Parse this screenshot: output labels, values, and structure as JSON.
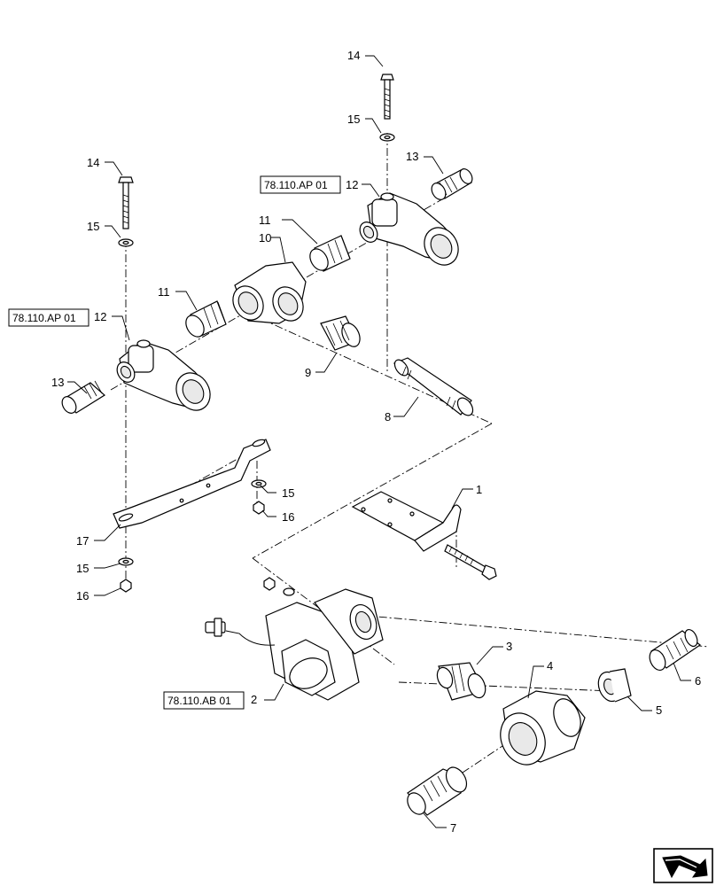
{
  "callouts": {
    "c14a": "14",
    "c15a": "15",
    "c13a": "13",
    "c12a": "12",
    "c14b": "14",
    "c15b": "15",
    "c11a": "11",
    "c10": "10",
    "c11b": "11",
    "c12b": "12",
    "c13b": "13",
    "c9": "9",
    "c8": "8",
    "c15c": "15",
    "c16a": "16",
    "c17": "17",
    "c15d": "15",
    "c16b": "16",
    "c1": "1",
    "c2": "2",
    "c3": "3",
    "c4": "4",
    "c5": "5",
    "c6": "6",
    "c7": "7"
  },
  "references": {
    "ref_ap_upper": "78.110.AP 01",
    "ref_ap_lower": "78.110.AP 01",
    "ref_ab": "78.110.AB 01"
  },
  "icons": {
    "corner": "next-page-arrow-icon"
  }
}
